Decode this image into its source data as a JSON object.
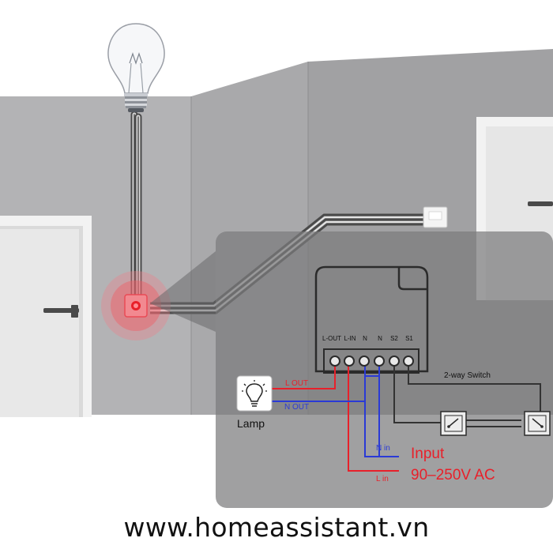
{
  "module": {
    "terminals": [
      "L-OUT",
      "L-IN",
      "N",
      "N",
      "S2",
      "S1"
    ]
  },
  "wires": {
    "l_out": "L  OUT",
    "n_out": "N OUT",
    "n_in": "N in",
    "l_in": "L in",
    "two_way_switch": "2-way Switch"
  },
  "load": {
    "label": "Lamp"
  },
  "power": {
    "input_label": "Input",
    "voltage_label": "90–250V AC"
  },
  "footer": {
    "website": "www.homeassistant.vn"
  },
  "colors": {
    "live": "#e8202a",
    "neutral": "#2a3ad6",
    "switch_wire": "#333333",
    "wall": "#a3a3a5",
    "panel": "#7b7b7d"
  },
  "icons": [
    "light-bulb-icon",
    "lamp-icon",
    "wall-switch-icon",
    "junction-box-icon",
    "door-icon",
    "two-way-switch-icon"
  ]
}
